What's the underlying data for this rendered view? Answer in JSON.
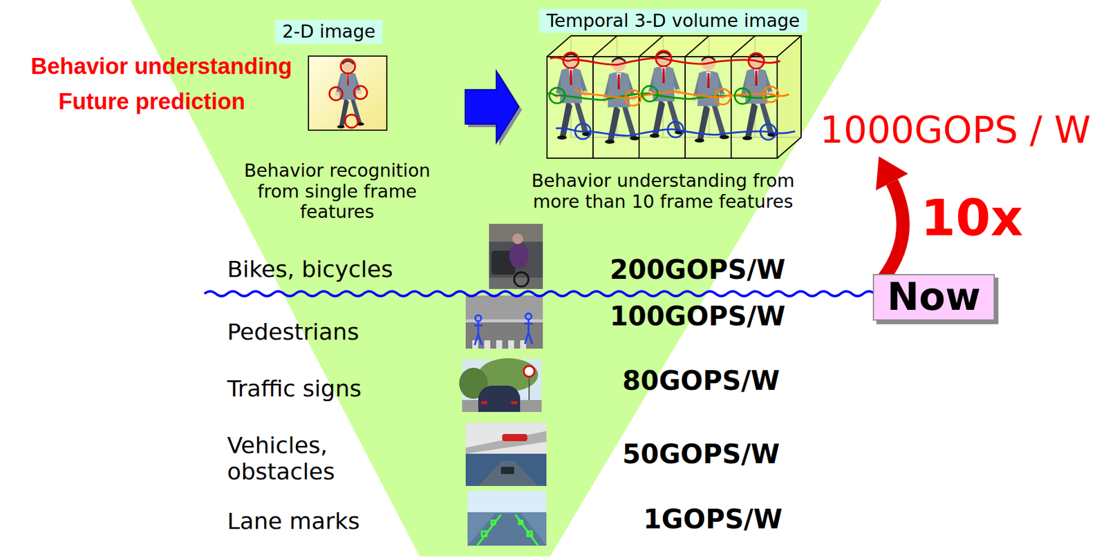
{
  "diagram": {
    "nodes": [
      {
        "text": [
          "2-D image"
        ]
      },
      {
        "text": [
          "Temporal 3-D volume image"
        ]
      },
      {
        "text": [
          "Now"
        ]
      }
    ],
    "labels": [
      "Behavior understanding",
      "Future prediction",
      "Behavior recognition from single frame features",
      "Behavior understanding from more than 10 frame features",
      "1000GOPS / W",
      "10x",
      "Bikes, bicycles",
      "200GOPS/W",
      "Pedestrians",
      "100GOPS/W",
      "Traffic signs",
      "80GOPS/W",
      "Vehicles, obstacles",
      "50GOPS/W",
      "Lane marks",
      "1GOPS/W"
    ]
  }
}
